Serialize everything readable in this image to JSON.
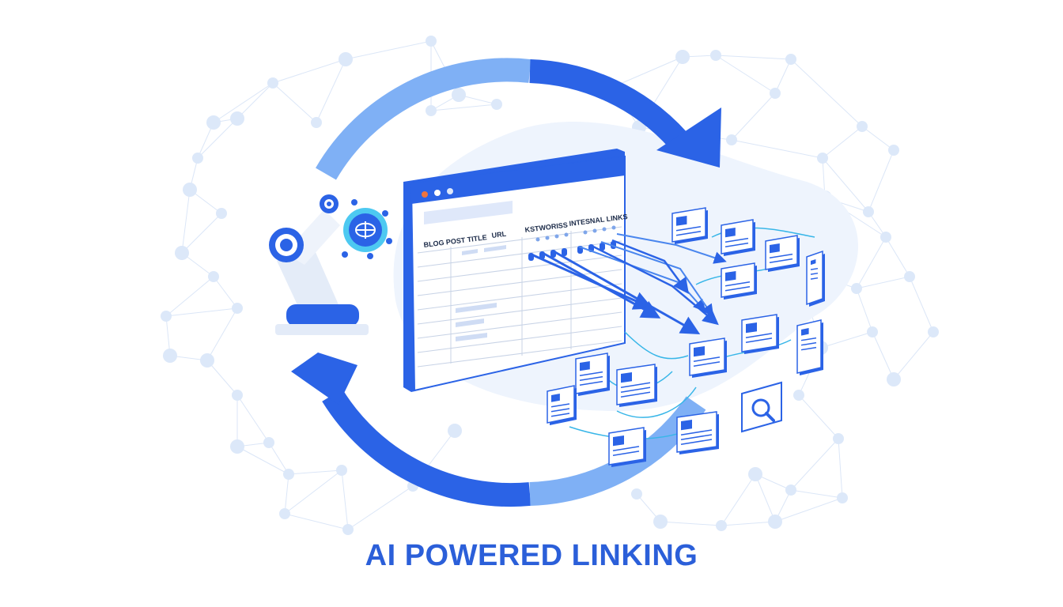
{
  "title": "AI POWERED LINKING",
  "spreadsheet": {
    "columns": [
      "BLOG POST TITLE",
      "URL",
      "KSTWORISS",
      "INTESNAL LINKS"
    ]
  },
  "icons": {
    "ai_badge": "brain-icon",
    "search_badge": "magnifier-icon"
  },
  "colors": {
    "primary": "#2b63e6",
    "light": "#7fb0f5",
    "network": "#d3e2f8",
    "caption": "#2b5fd9"
  }
}
